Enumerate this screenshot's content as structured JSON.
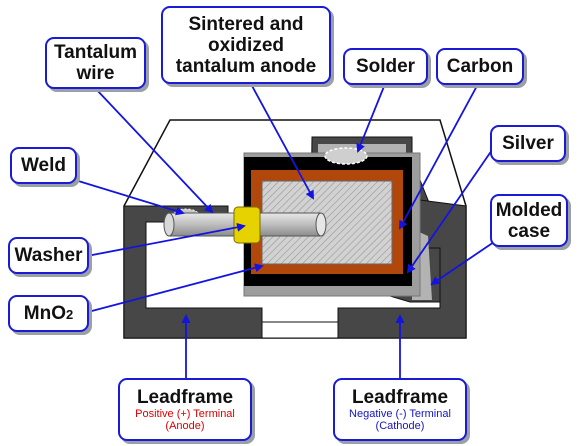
{
  "labels": {
    "sintered": [
      "Sintered and",
      "oxidized",
      "tantalum anode"
    ],
    "tantalum_wire": [
      "Tantalum",
      "wire"
    ],
    "solder": "Solder",
    "carbon": "Carbon",
    "weld": "Weld",
    "silver": "Silver",
    "molded_case": [
      "Molded",
      "case"
    ],
    "washer": "Washer",
    "mno2_base": "MnO",
    "mno2_sub": "2",
    "leadframe_anode": {
      "title": "Leadframe",
      "terminal": "Positive (+) Terminal",
      "role": "(Anode)"
    },
    "leadframe_cathode": {
      "title": "Leadframe",
      "terminal": "Negative (-) Terminal",
      "role": "(Cathode)"
    }
  },
  "colors": {
    "label_border": "#1b1bd6",
    "arrow": "#1414e0",
    "case_dark": "#474747",
    "case_light": "#b3b3b3",
    "anode_hatch": "#cfcfcf",
    "mno2": "#b2470c",
    "carbon": "#000000",
    "silver": "#9d9d9d",
    "washer": "#e6d200",
    "positive_text": "#e00000",
    "negative_text": "#1414c8"
  }
}
